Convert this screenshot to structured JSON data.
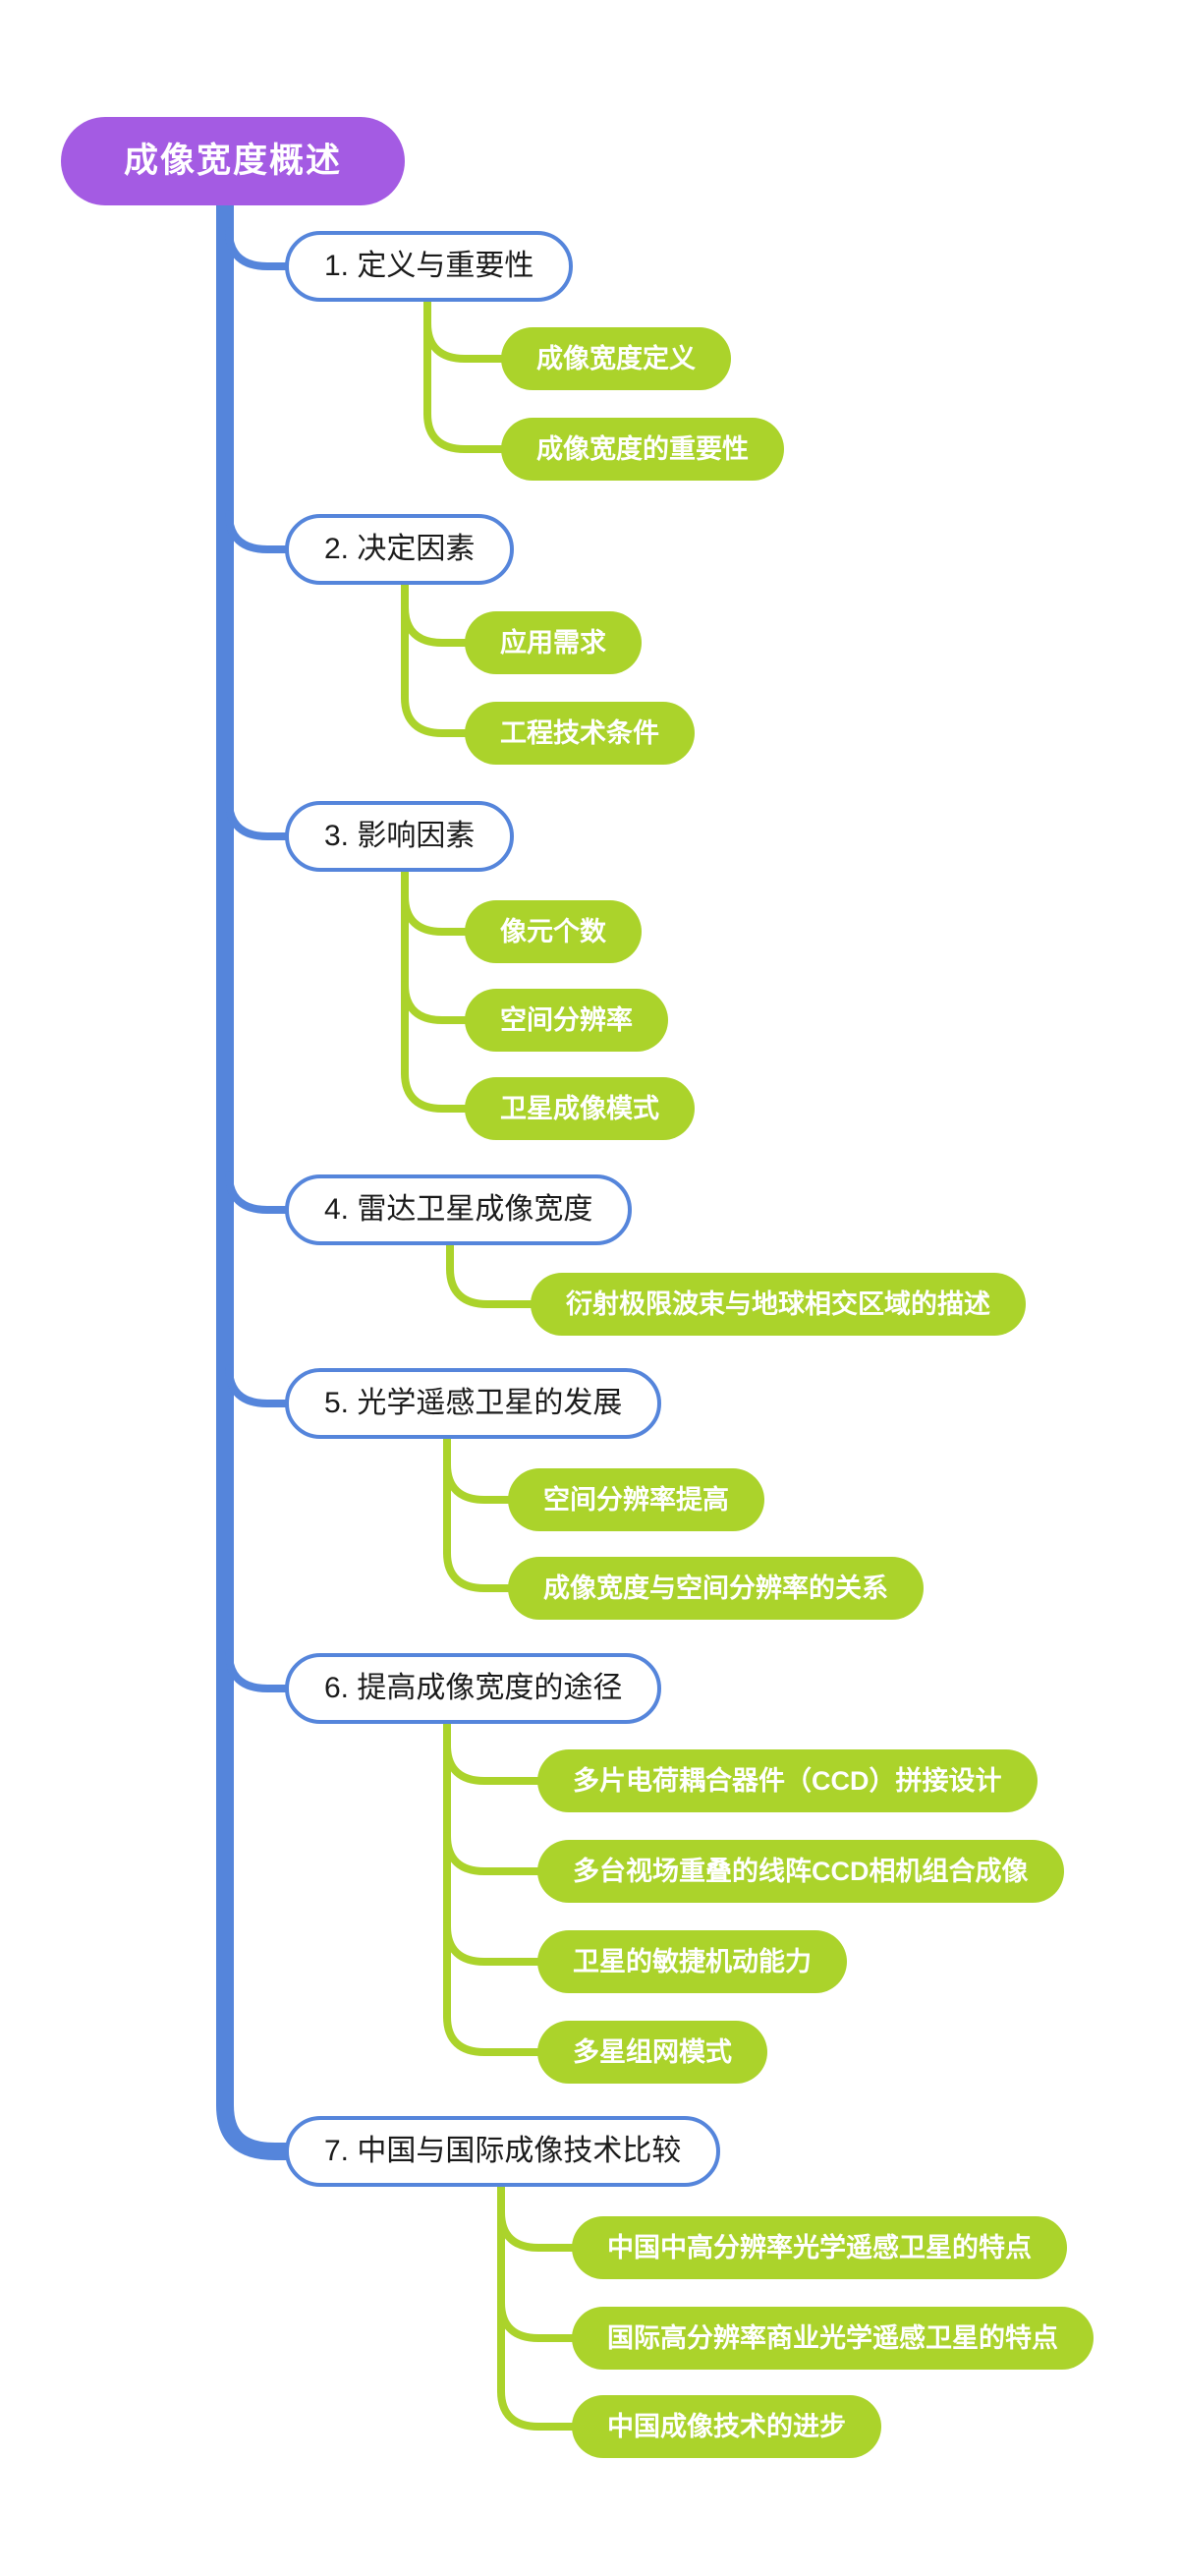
{
  "root": {
    "label": "成像宽度概述"
  },
  "colors": {
    "root_bg": "#A45BE3",
    "trunk_blue": "#5585DB",
    "child_green": "#ABD32B",
    "branch_text": "#1B1B1B",
    "node_text_white": "#FFFFFF",
    "background": "#FFFFFF"
  },
  "sections": [
    {
      "label": "1. 定义与重要性",
      "children": [
        "成像宽度定义",
        "成像宽度的重要性"
      ]
    },
    {
      "label": "2. 决定因素",
      "children": [
        "应用需求",
        "工程技术条件"
      ]
    },
    {
      "label": "3. 影响因素",
      "children": [
        "像元个数",
        "空间分辨率",
        "卫星成像模式"
      ]
    },
    {
      "label": "4. 雷达卫星成像宽度",
      "children": [
        "衍射极限波束与地球相交区域的描述"
      ]
    },
    {
      "label": "5. 光学遥感卫星的发展",
      "children": [
        "空间分辨率提高",
        "成像宽度与空间分辨率的关系"
      ]
    },
    {
      "label": "6. 提高成像宽度的途径",
      "children": [
        "多片电荷耦合器件（CCD）拼接设计",
        "多台视场重叠的线阵CCD相机组合成像",
        "卫星的敏捷机动能力",
        "多星组网模式"
      ]
    },
    {
      "label": "7. 中国与国际成像技术比较",
      "children": [
        "中国中高分辨率光学遥感卫星的特点",
        "国际高分辨率商业光学遥感卫星的特点",
        "中国成像技术的进步"
      ]
    }
  ]
}
